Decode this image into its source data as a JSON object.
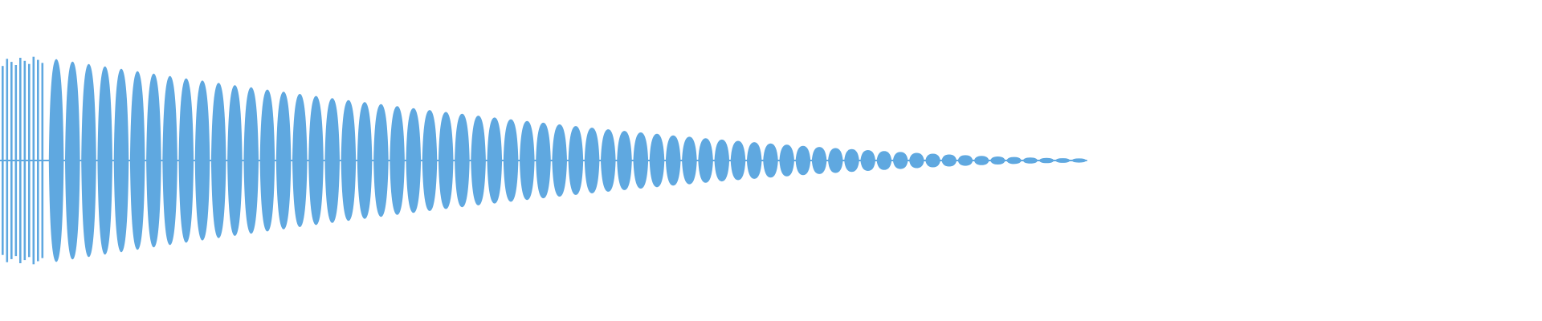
{
  "waveform": {
    "color": "#5fa8e0",
    "background": "#ffffff",
    "lobe_count": 64,
    "initial_amplitude": 1.0,
    "final_amplitude": 0.02,
    "active_fraction": 0.705
  }
}
